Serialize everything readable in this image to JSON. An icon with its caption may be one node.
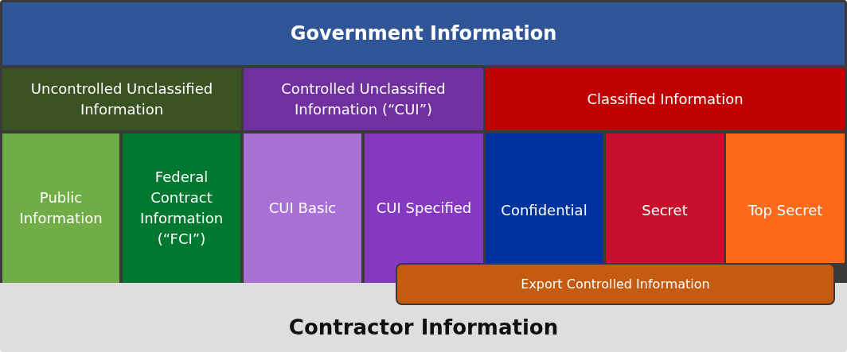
{
  "diagram": {
    "nodes": [
      {
        "text": [
          "Government Information"
        ]
      },
      {
        "text": [
          "Uncontrolled Unclassified Information"
        ]
      },
      {
        "text": [
          "Controlled Unclassified Information (“CUI”)"
        ]
      },
      {
        "text": [
          "Classified Information"
        ]
      },
      {
        "text": [
          "Public Information"
        ]
      },
      {
        "text": [
          "Federal Contract Information (“FCI”)"
        ]
      },
      {
        "text": [
          "CUI Basic"
        ]
      },
      {
        "text": [
          "CUI Specified"
        ]
      },
      {
        "text": [
          "Confidential"
        ]
      },
      {
        "text": [
          "Secret"
        ]
      },
      {
        "text": [
          "Top Secret"
        ]
      },
      {
        "text": [
          "Export Controlled Information"
        ]
      },
      {
        "text": [
          "Contractor Information"
        ]
      }
    ]
  }
}
